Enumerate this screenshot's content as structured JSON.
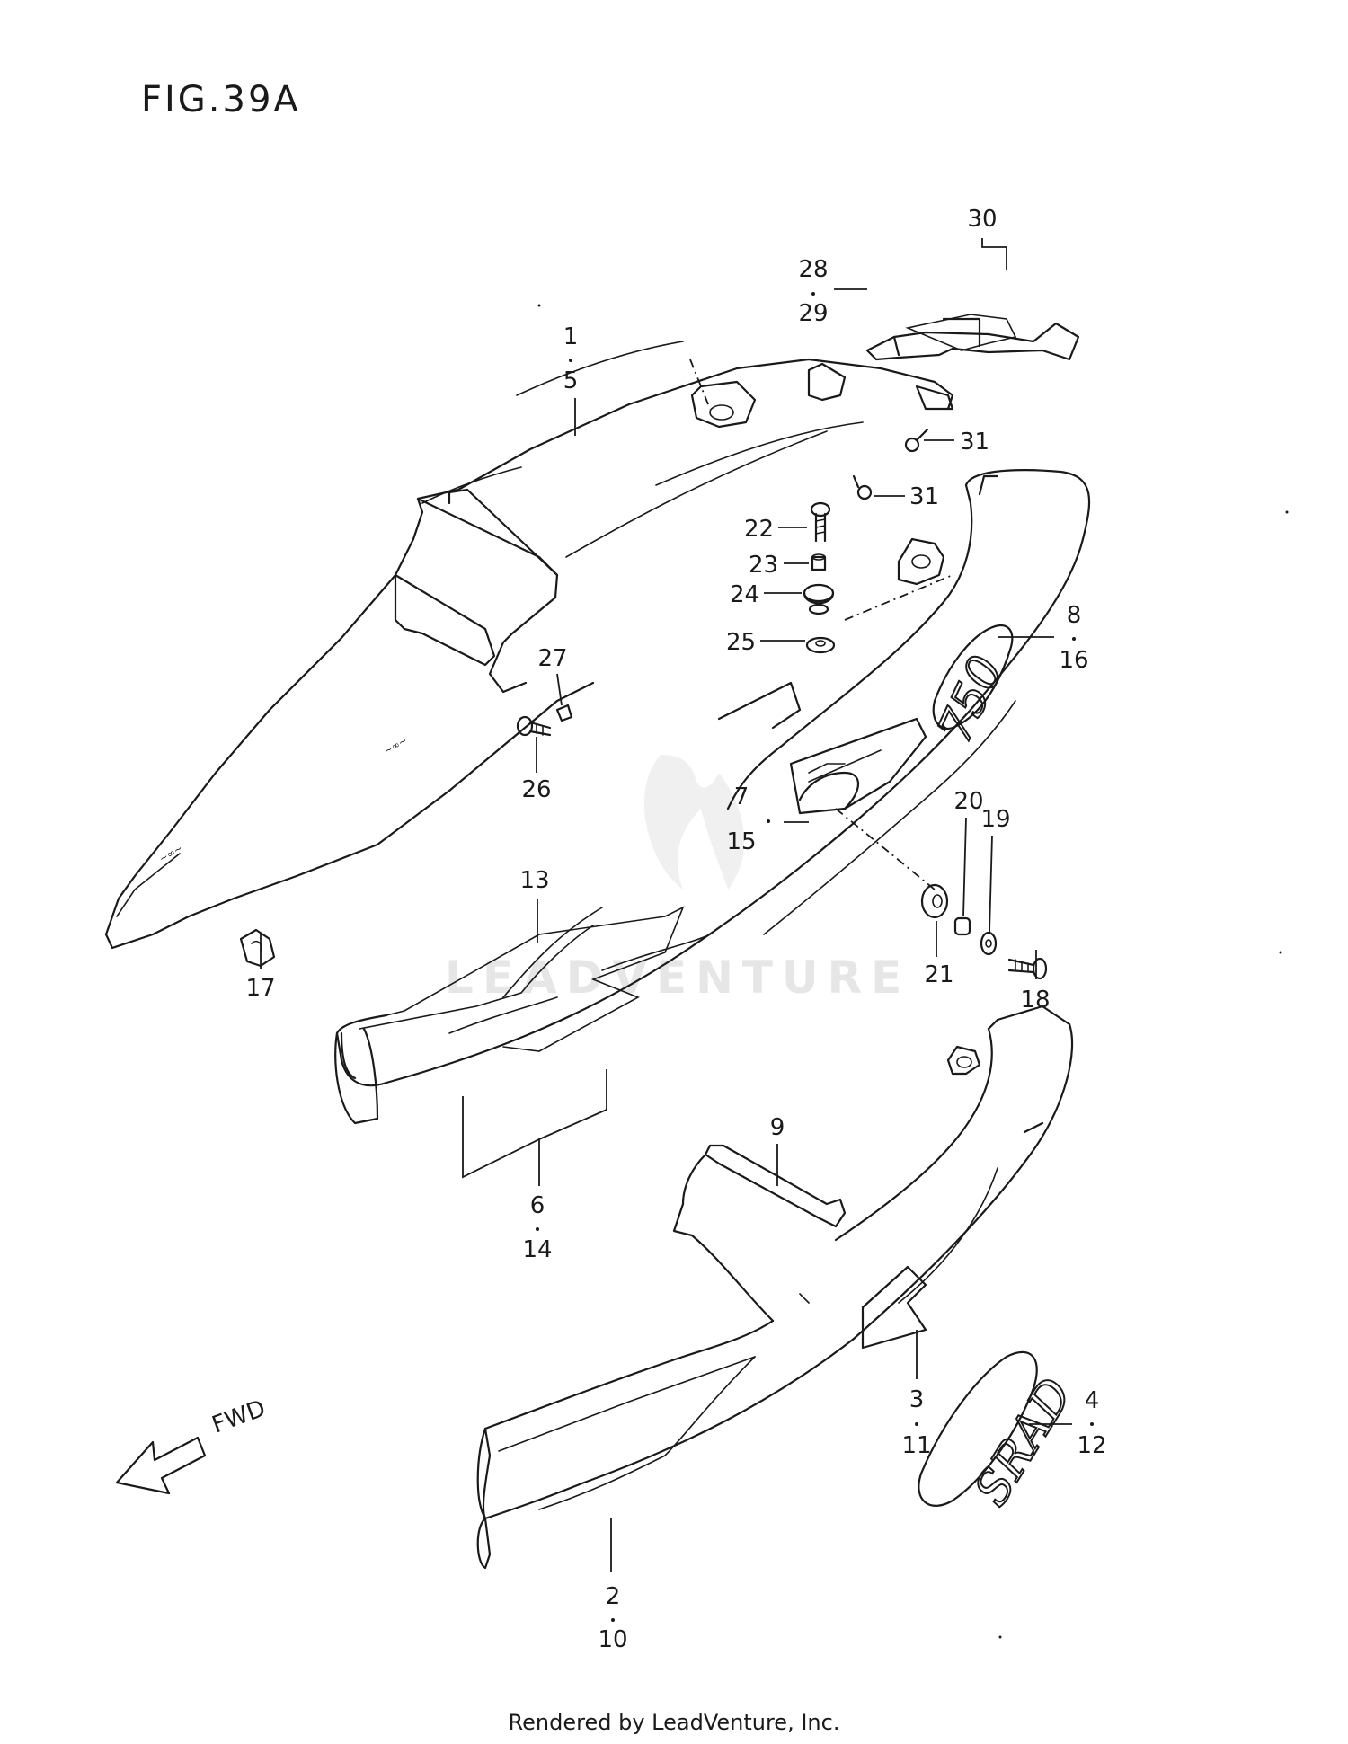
{
  "title": "FIG.39A",
  "direction_label": "FWD",
  "watermark": "LEADVENTURE",
  "footer": "Rendered by LeadVenture, Inc.",
  "decals": {
    "model_badge": "750",
    "srad_badge": "SRAD"
  },
  "callouts": [
    {
      "id": "c1-5",
      "top": "1",
      "bottom": "5"
    },
    {
      "id": "c28-29",
      "top": "28",
      "bottom": "29"
    },
    {
      "id": "c30",
      "top": "30"
    },
    {
      "id": "c31a",
      "top": "31"
    },
    {
      "id": "c31b",
      "top": "31"
    },
    {
      "id": "c22",
      "top": "22"
    },
    {
      "id": "c23",
      "top": "23"
    },
    {
      "id": "c24",
      "top": "24"
    },
    {
      "id": "c25",
      "top": "25"
    },
    {
      "id": "c8-16",
      "top": "8",
      "bottom": "16"
    },
    {
      "id": "c27",
      "top": "27"
    },
    {
      "id": "c26",
      "top": "26"
    },
    {
      "id": "c7-15",
      "top": "7",
      "bottom": "15"
    },
    {
      "id": "c20",
      "top": "20"
    },
    {
      "id": "c19",
      "top": "19"
    },
    {
      "id": "c21",
      "top": "21"
    },
    {
      "id": "c18",
      "top": "18"
    },
    {
      "id": "c17",
      "top": "17"
    },
    {
      "id": "c13",
      "top": "13"
    },
    {
      "id": "c6-14",
      "top": "6",
      "bottom": "14"
    },
    {
      "id": "c9",
      "top": "9"
    },
    {
      "id": "c3-11",
      "top": "3",
      "bottom": "11"
    },
    {
      "id": "c4-12",
      "top": "4",
      "bottom": "12"
    },
    {
      "id": "c2-10",
      "top": "2",
      "bottom": "10"
    }
  ]
}
